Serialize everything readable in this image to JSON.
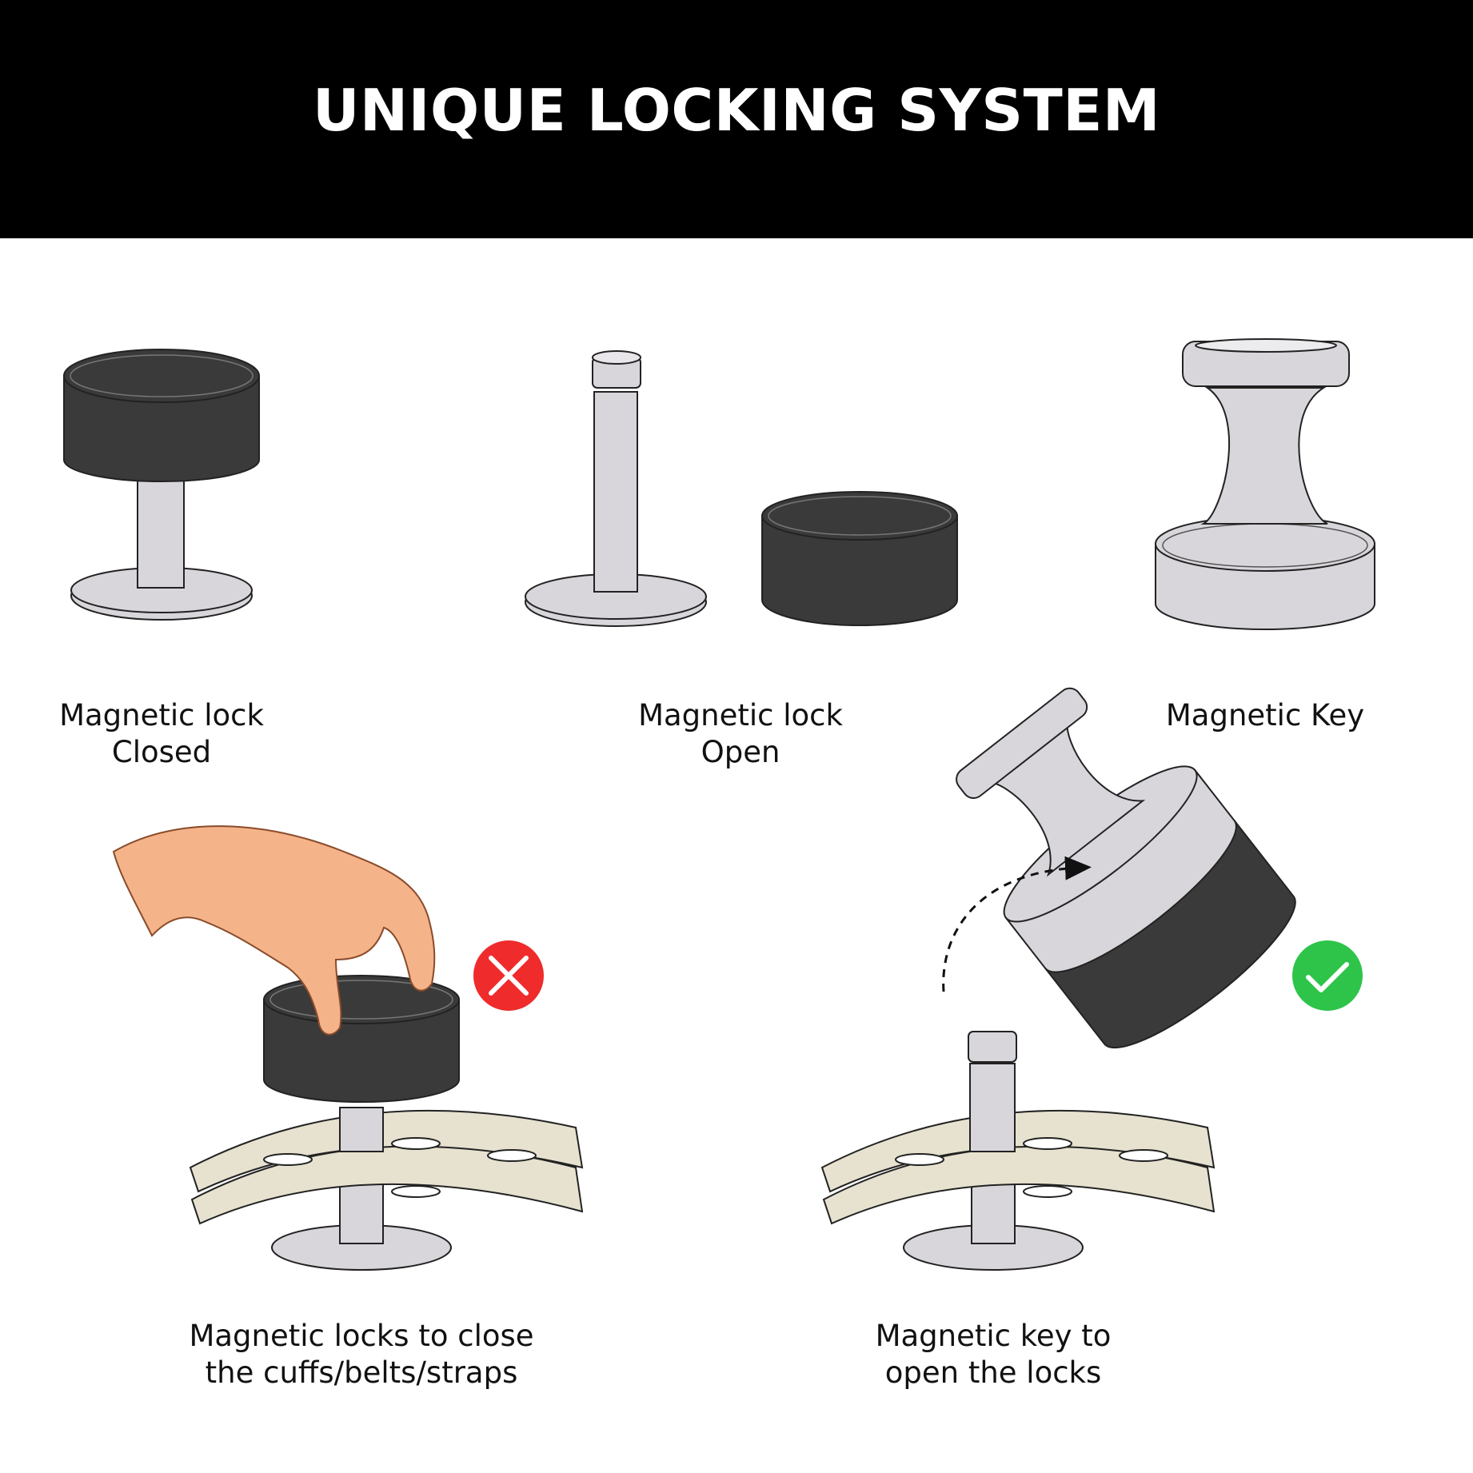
{
  "header": {
    "title": "UNIQUE LOCKING SYSTEM"
  },
  "items": [
    {
      "line1": "Magnetic lock",
      "line2": "Closed"
    },
    {
      "line1": "Magnetic lock",
      "line2": "Open"
    },
    {
      "line1": "Magnetic Key",
      "line2": ""
    },
    {
      "line1": "Magnetic locks to close",
      "line2": "the cuffs/belts/straps",
      "status_icon": "x-icon"
    },
    {
      "line1": "Magnetic key to",
      "line2": "open the locks",
      "status_icon": "check-icon"
    }
  ],
  "colors": {
    "header_bg": "#000000",
    "lock_dark": "#3a3a3a",
    "metal": "#d8d6db",
    "strap": "#e6e2cf",
    "error": "#ef2b2b",
    "success": "#2ec44a"
  }
}
